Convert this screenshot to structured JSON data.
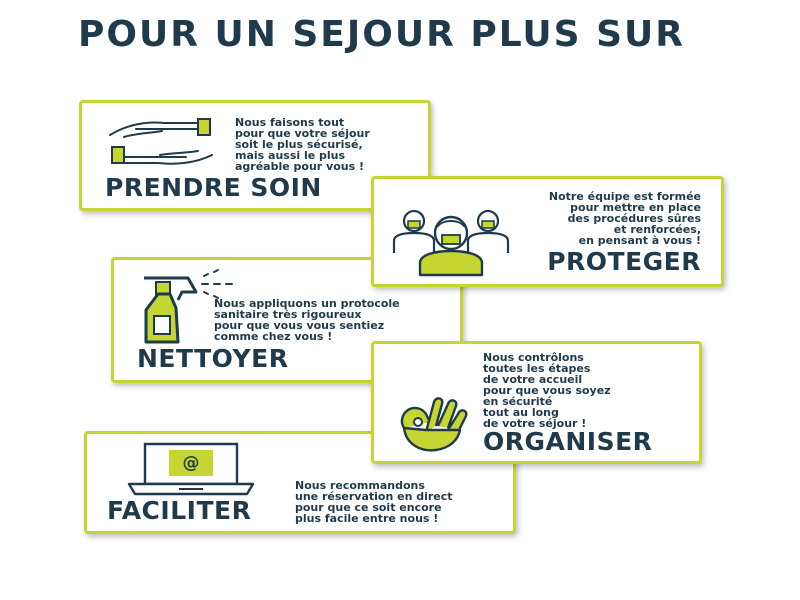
{
  "title": "POUR UN SEJOUR PLUS SUR",
  "colors": {
    "accent": "#c5d532",
    "text": "#1f3a4b",
    "background": "#ffffff"
  },
  "cards": {
    "prendre": {
      "heading": "PRENDRE SOIN",
      "icon": "caring-hands-icon",
      "lines": [
        "Nous faisons tout",
        "pour que votre séjour",
        "soit le plus sécurisé,",
        "mais aussi le plus",
        "agréable pour vous !"
      ]
    },
    "proteger": {
      "heading": "PROTEGER",
      "icon": "masked-team-icon",
      "lines": [
        "Notre équipe est formée",
        "pour mettre en place",
        "des procédures sûres",
        "et renforcées,",
        "en pensant à vous !"
      ]
    },
    "nettoyer": {
      "heading": "NETTOYER",
      "icon": "spray-bottle-icon",
      "lines": [
        "Nous appliquons un protocole",
        "sanitaire très rigoureux",
        "pour que vous vous sentiez",
        "comme chez vous !"
      ]
    },
    "organiser": {
      "heading": "ORGANISER",
      "icon": "ok-hand-icon",
      "lines": [
        "Nous contrôlons",
        "toutes les étapes",
        "de votre accueil",
        "pour que vous soyez",
        "en sécurité",
        "tout au long",
        "de votre séjour !"
      ]
    },
    "faciliter": {
      "heading": "FACILITER",
      "icon": "laptop-email-icon",
      "screen_symbol": "@",
      "lines": [
        "Nous recommandons",
        "une réservation en direct",
        "pour que ce soit encore",
        "plus facile entre nous !"
      ]
    }
  }
}
